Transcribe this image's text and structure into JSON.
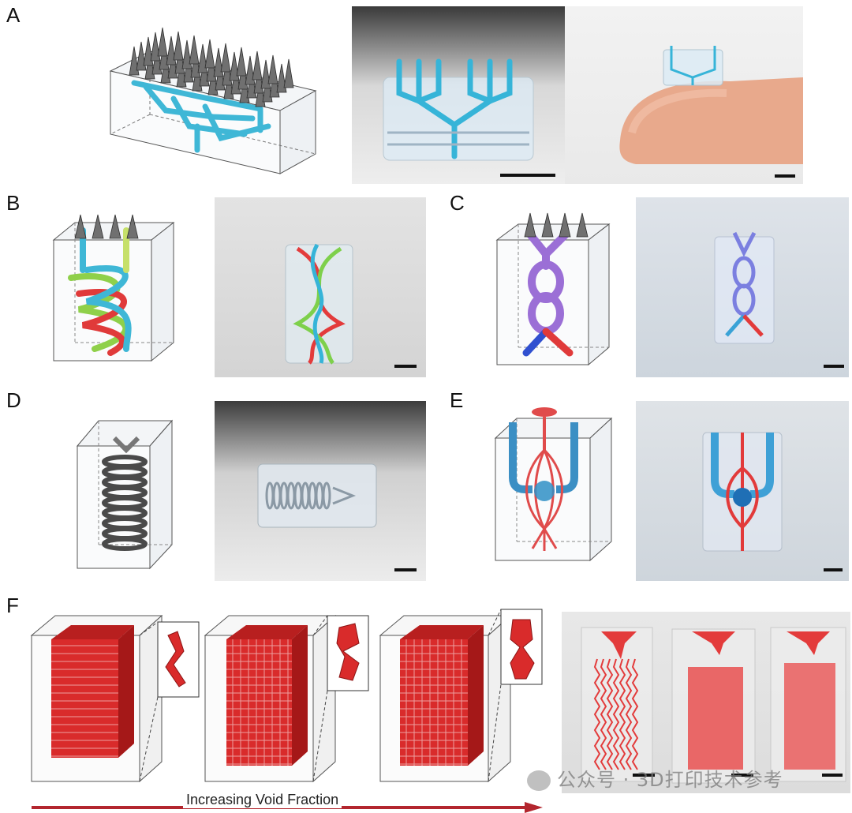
{
  "figure": {
    "panels": [
      {
        "label": "A"
      },
      {
        "label": "B"
      },
      {
        "label": "C"
      },
      {
        "label": "D"
      },
      {
        "label": "E"
      },
      {
        "label": "F"
      }
    ],
    "axis_caption": "Increasing Void Fraction",
    "watermark": "公众号 · 3D打印技术参考",
    "colors": {
      "channel_blue": "#3fb7d6",
      "channel_red": "#e03a3a",
      "channel_purple": "#9b6fd6",
      "needle_gray": "#6d6d6d",
      "arrow_red": "#b3262e"
    }
  }
}
